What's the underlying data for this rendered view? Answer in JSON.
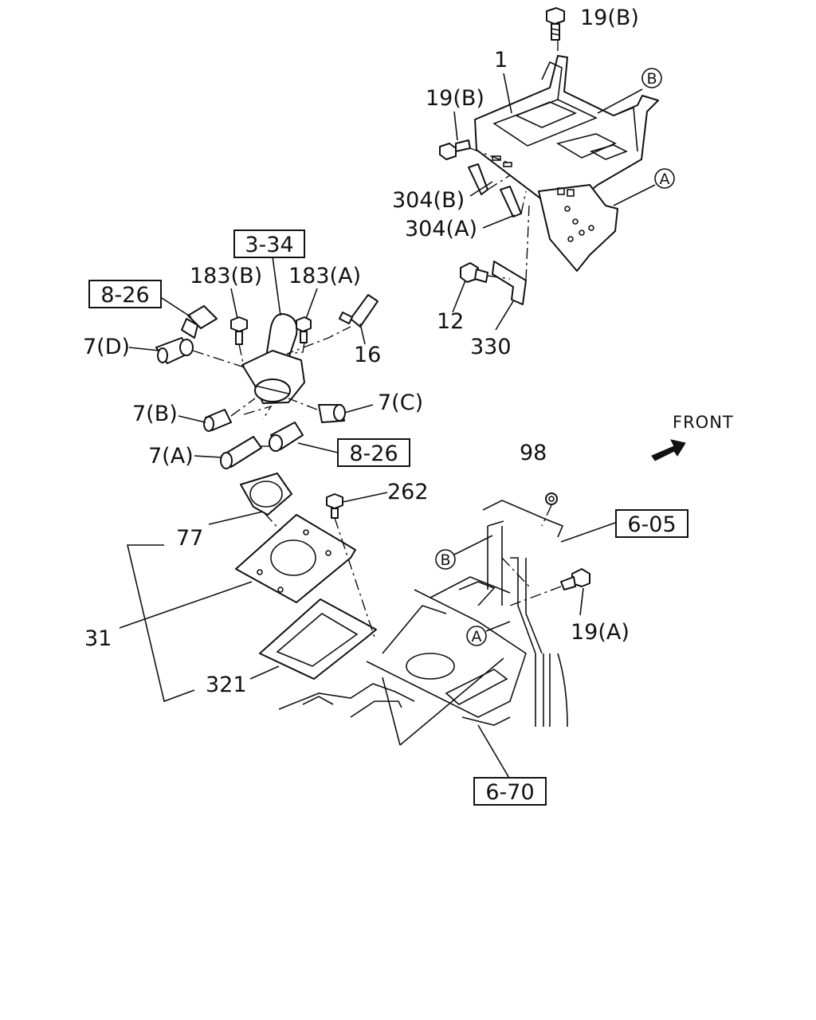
{
  "labels": {
    "l19b_top": "19(B)",
    "l1": "1",
    "lB_top": "B",
    "l19b_left": "19(B)",
    "lA_top": "A",
    "l304b": "304(B)",
    "l304a": "304(A)",
    "l12": "12",
    "l330": "330",
    "l183b": "183(B)",
    "l183a": "183(A)",
    "l16": "16",
    "l7d": "7(D)",
    "l7b": "7(B)",
    "l7c": "7(C)",
    "l7a": "7(A)",
    "l77": "77",
    "l262": "262",
    "l98": "98",
    "lB_bottom": "B",
    "l19a": "19(A)",
    "lA_bottom": "A",
    "l31": "31",
    "l321": "321",
    "front": "FRONT"
  },
  "refs": {
    "r334": "3-34",
    "r826_left": "8-26",
    "r826_mid": "8-26",
    "r605": "6-05",
    "r670": "6-70"
  }
}
